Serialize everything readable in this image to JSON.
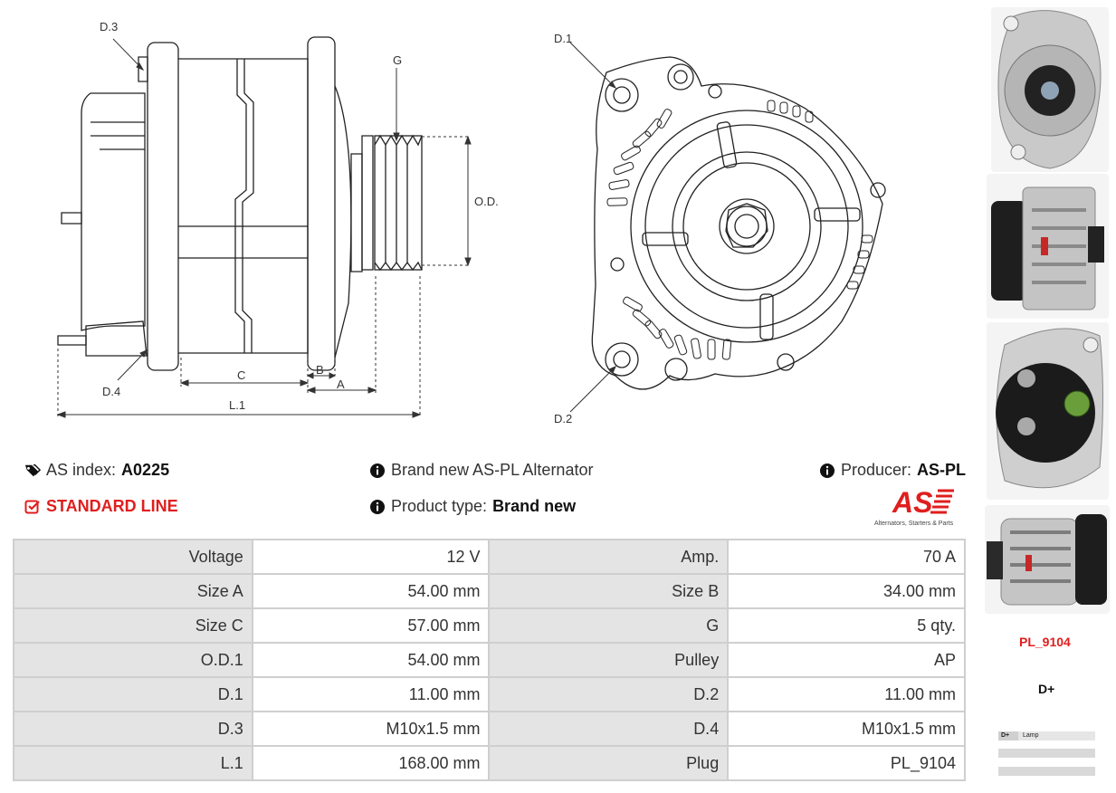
{
  "drawing_labels": {
    "d3": "D.3",
    "d4": "D.4",
    "g": "G",
    "od1": "O.D.1",
    "c": "C",
    "b": "B",
    "a": "A",
    "l1": "L.1",
    "d1": "D.1",
    "d2": "D.2"
  },
  "info": {
    "as_index_label": "AS index:",
    "as_index_value": "A0225",
    "line": "STANDARD LINE",
    "description": "Brand new AS-PL Alternator",
    "product_type_label": "Product type:",
    "product_type_value": "Brand new",
    "producer_label": "Producer:",
    "producer_value": "AS-PL",
    "logo_text": "AS",
    "logo_tagline": "Alternators, Starters & Parts"
  },
  "specs": [
    {
      "k1": "Voltage",
      "v1": "12 V",
      "k2": "Amp.",
      "v2": "70 A"
    },
    {
      "k1": "Size A",
      "v1": "54.00 mm",
      "k2": "Size B",
      "v2": "34.00 mm"
    },
    {
      "k1": "Size C",
      "v1": "57.00 mm",
      "k2": "G",
      "v2": "5 qty."
    },
    {
      "k1": "O.D.1",
      "v1": "54.00 mm",
      "k2": "Pulley",
      "v2": "AP"
    },
    {
      "k1": "D.1",
      "v1": "11.00 mm",
      "k2": "D.2",
      "v2": "11.00 mm"
    },
    {
      "k1": "D.3",
      "v1": "M10x1.5 mm",
      "k2": "D.4",
      "v2": "M10x1.5 mm"
    },
    {
      "k1": "L.1",
      "v1": "168.00 mm",
      "k2": "Plug",
      "v2": "PL_9104"
    }
  ],
  "sidebar": {
    "plug_code": "PL_9104",
    "terminal": "D+",
    "terminal_short": "D+",
    "terminal_desc": "Lamp"
  },
  "colors": {
    "accent_red": "#e01e1e",
    "table_key_bg": "#e4e4e4",
    "table_border": "#cfcfcf"
  }
}
